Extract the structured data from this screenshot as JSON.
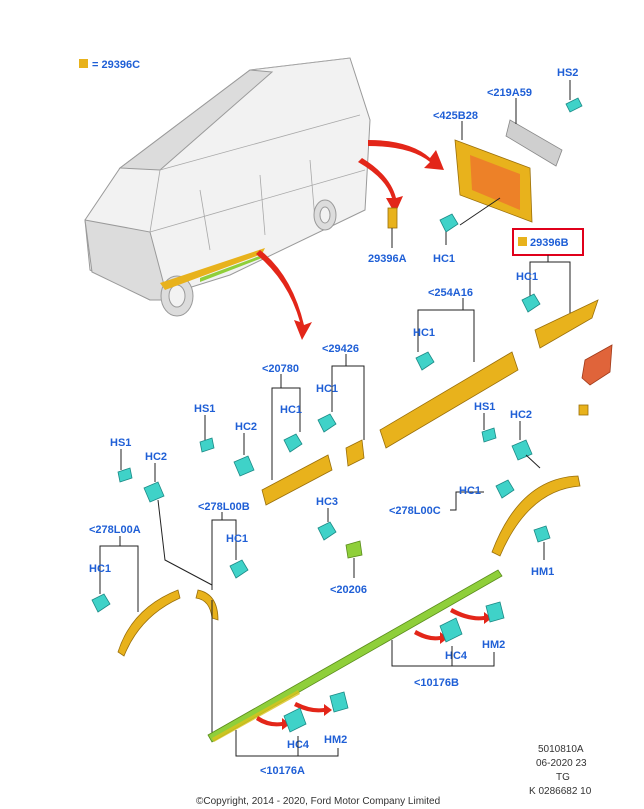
{
  "legend": {
    "swatch_color": "#e8b21c",
    "text": "= 29396C"
  },
  "labels": {
    "hs2": "HS2",
    "p219a59": "<219A59",
    "p425b28": "<425B28",
    "p29396a": "29396A",
    "hc1_top": "HC1",
    "p29396b": "29396B",
    "hc1_right": "HC1",
    "p254a16": "<254A16",
    "hc1_254": "HC1",
    "p29426": "<29426",
    "hc1_29426": "HC1",
    "p20780": "<20780",
    "hs1_mid": "HS1",
    "hc1_mid": "HC1",
    "hc2_mid": "HC2",
    "hs1_right": "HS1",
    "hc2_right": "HC2",
    "hs1_left": "HS1",
    "hc2_left": "HC2",
    "p278l00b": "<278L00B",
    "hc3": "HC3",
    "hc1_278b": "HC1",
    "p278l00c": "<278L00C",
    "hc1_278c": "HC1",
    "hm1": "HM1",
    "p278l00a": "<278L00A",
    "hc1_278a": "HC1",
    "p20206": "<20206",
    "hc4_right": "HC4",
    "hm2_right": "HM2",
    "p10176b": "<10176B",
    "hc4_left": "HC4",
    "hm2_left": "HM2",
    "p10176a": "<10176A"
  },
  "highlight_color": "#e0001b",
  "footer": {
    "ref1": "5010810A",
    "ref2": "06-2020 23",
    "ref3": "TG",
    "ref4": "K 0286682 10",
    "copyright": "©Copyright, 2014 - 2020, Ford Motor Company Limited"
  }
}
